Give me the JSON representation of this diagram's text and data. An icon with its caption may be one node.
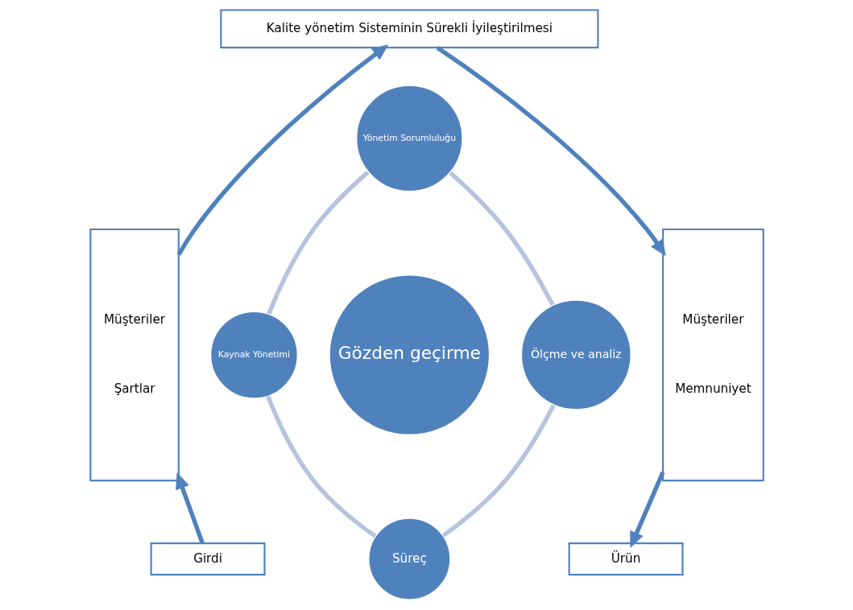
{
  "diagram": {
    "nodes": [
      {
        "text": [
          "Kalite yönetim Sisteminin Sürekli İyileştirilmesi"
        ]
      },
      {
        "text": [
          "Müşteriler",
          "Şartlar"
        ]
      },
      {
        "text": [
          "Müşteriler",
          "Memnuniyet"
        ]
      },
      {
        "text": [
          "Yönetim Sorumluluğu"
        ]
      },
      {
        "text": [
          "Kaynak Yönetimi"
        ]
      },
      {
        "text": [
          "Gözden geçirme"
        ]
      },
      {
        "text": [
          "Ölçme ve analiz"
        ]
      },
      {
        "text": [
          "Girdi"
        ]
      },
      {
        "text": [
          "Süreç"
        ]
      },
      {
        "text": [
          "Ürün"
        ]
      }
    ],
    "edges": [
      {
        "from": 1,
        "to": 0,
        "arrow": "to"
      },
      {
        "from": 0,
        "to": 2,
        "arrow": "to"
      },
      {
        "from": 2,
        "to": 9,
        "arrow": "to"
      },
      {
        "from": 7,
        "to": 1,
        "arrow": "to"
      },
      {
        "from": 3,
        "to": 6,
        "arrow": "none",
        "color": "#b4c3de"
      },
      {
        "from": 6,
        "to": 8,
        "arrow": "none",
        "color": "#b4c3de"
      },
      {
        "from": 4,
        "to": 8,
        "arrow": "none",
        "color": "#b4c3de"
      },
      {
        "from": 3,
        "to": 4,
        "arrow": "none",
        "color": "#b4c3de"
      }
    ]
  }
}
